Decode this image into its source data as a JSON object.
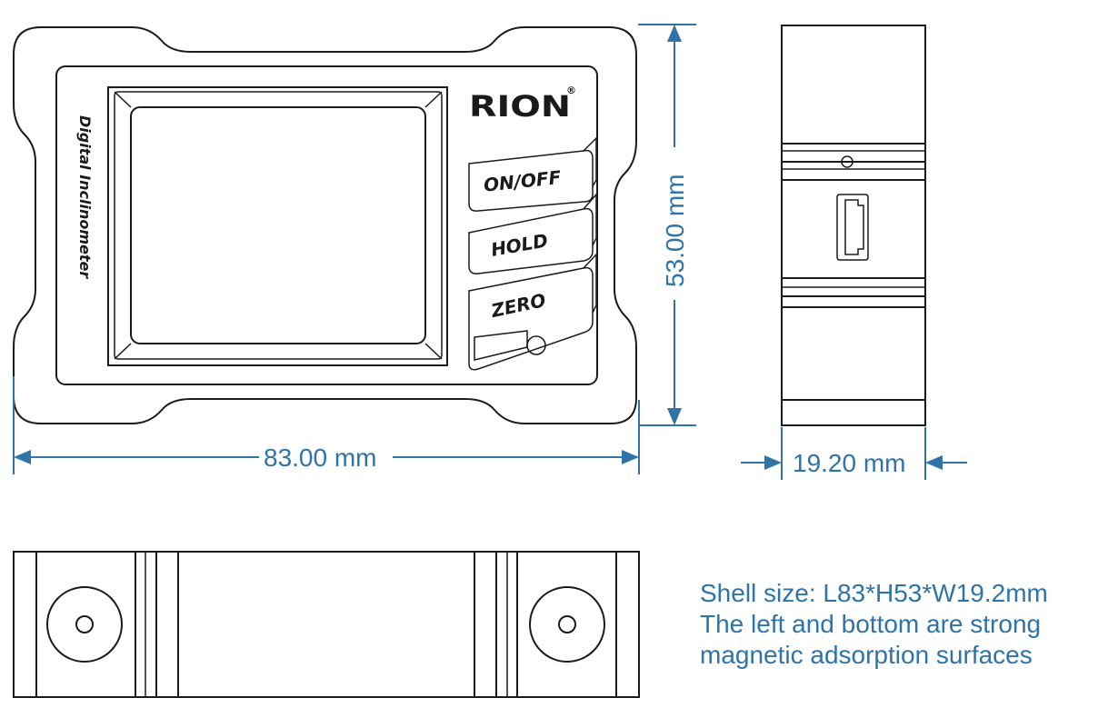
{
  "device": {
    "brand": "RION",
    "registered_mark": "®",
    "product_label": "Digital Inclinometer",
    "buttons": [
      "ON/OFF",
      "HOLD",
      "ZERO"
    ]
  },
  "dimensions": {
    "length": "83.00 mm",
    "height": "53.00 mm",
    "width": "19.20 mm"
  },
  "notes": {
    "line1": "Shell size: L83*H53*W19.2mm",
    "line2": "The left and bottom are strong",
    "line3": "magnetic adsorption surfaces"
  },
  "colors": {
    "dimension": "#2f73a8",
    "outline": "#1a1a1a"
  }
}
